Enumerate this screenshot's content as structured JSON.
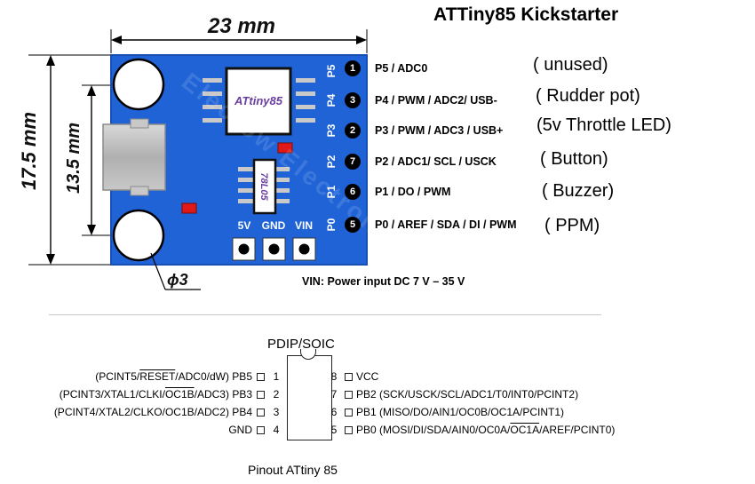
{
  "title": "ATTiny85 Kickstarter",
  "board": {
    "width_dim": "23 mm",
    "height_dim": "17.5 mm",
    "inner_dim": "13.5 mm",
    "hole_dim": "ϕ3",
    "chip_label": "ATtiny85",
    "reg_label": "78L05",
    "bottom_pins": [
      "5V",
      "GND",
      "VIN"
    ],
    "side_pins": [
      "P5",
      "P4",
      "P3",
      "P2",
      "P1",
      "P0"
    ],
    "watermark": "Elecrow Electronics"
  },
  "pins": [
    {
      "num": "1",
      "label": "P5 / ADC0",
      "note": "( unused)"
    },
    {
      "num": "3",
      "label": "P4 / PWM / ADC2/ USB-",
      "note": "( Rudder pot)"
    },
    {
      "num": "2",
      "label": "P3 / PWM / ADC3 / USB+",
      "note": "(5v Throttle LED)"
    },
    {
      "num": "7",
      "label": "P2 / ADC1/ SCL / USCK",
      "note": "( Button)"
    },
    {
      "num": "6",
      "label": "P1 / DO / PWM",
      "note": "( Buzzer)"
    },
    {
      "num": "5",
      "label": "P0 / AREF / SDA / DI / PWM",
      "note": "( PPM)"
    }
  ],
  "vin_note": "VIN: Power input DC 7 V – 35 V",
  "ic": {
    "title": "PDIP/SOIC",
    "caption": "Pinout ATtiny 85",
    "left": [
      {
        "num": "1",
        "pre": "(PCINT5/",
        "ov": "RESET",
        "post": "/ADC0/dW) PB5"
      },
      {
        "num": "2",
        "pre": "(PCINT3/XTAL1/CLKI/",
        "ov": "OC1B",
        "post": "/ADC3) PB3"
      },
      {
        "num": "3",
        "pre": "(PCINT4/XTAL2/CLKO/OC1B/ADC2) PB4",
        "ov": "",
        "post": ""
      },
      {
        "num": "4",
        "pre": "GND",
        "ov": "",
        "post": ""
      }
    ],
    "right": [
      {
        "num": "8",
        "pre": "VCC",
        "ov": "",
        "post": ""
      },
      {
        "num": "7",
        "pre": "PB2 (SCK/USCK/SCL/ADC1/T0/INT0/PCINT2)",
        "ov": "",
        "post": ""
      },
      {
        "num": "6",
        "pre": "PB1 (MISO/DO/AIN1/OC0B/OC1A/PCINT1)",
        "ov": "",
        "post": ""
      },
      {
        "num": "5",
        "pre": "PB0 (MOSI/DI/SDA/AIN0/OC0A/",
        "ov": "OC1A",
        "post": "/AREF/PCINT0)"
      }
    ]
  },
  "colors": {
    "board_blue": "#1f63d6",
    "board_dark": "#1550b8",
    "chip_body": "#ffffff",
    "chip_text": "#6a3fa0",
    "led_red": "#e01818"
  }
}
